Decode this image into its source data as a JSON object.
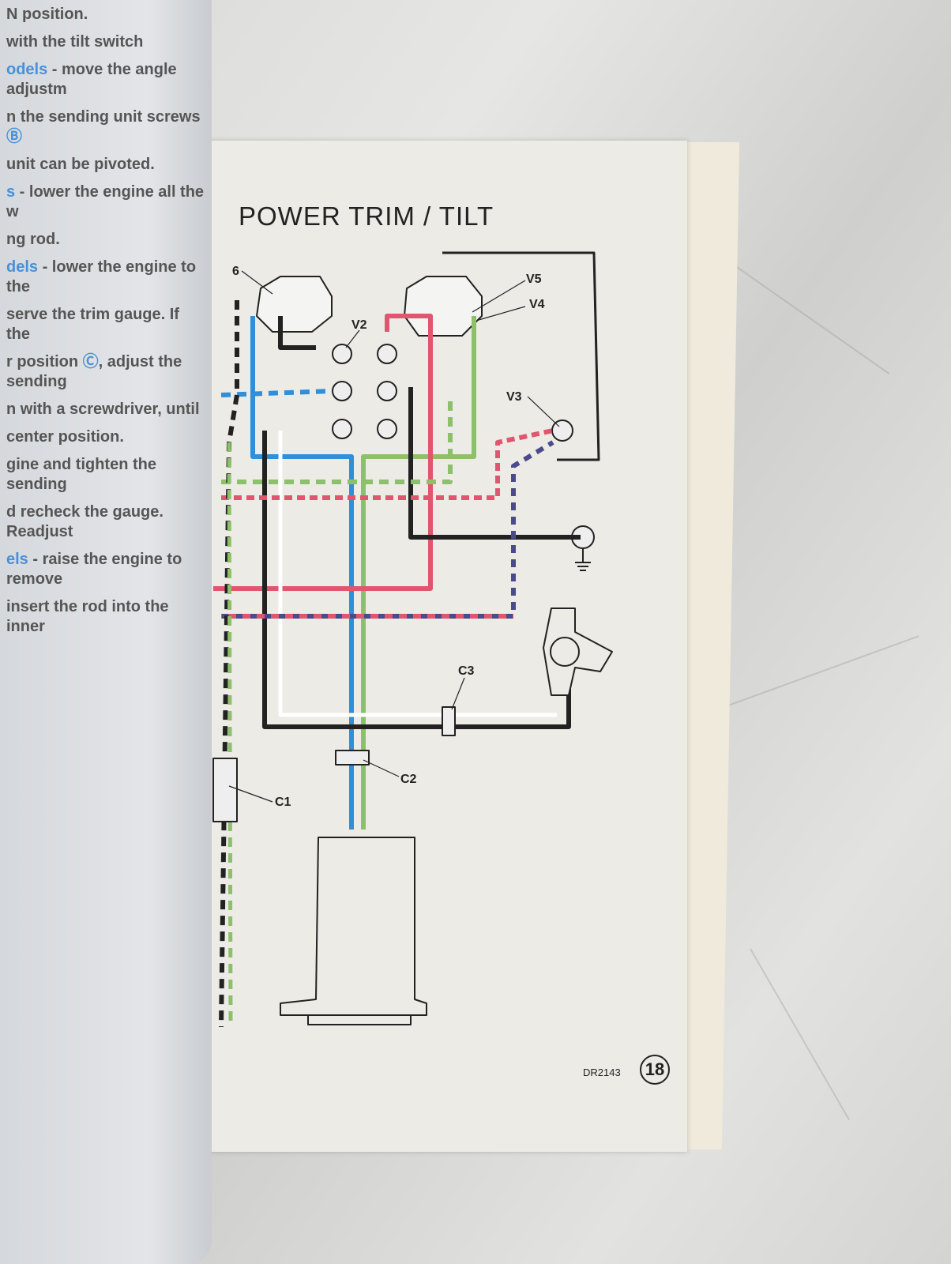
{
  "left_page": {
    "lines": [
      {
        "pre": "",
        "hl": "",
        "text": "N position."
      },
      {
        "pre": "",
        "hl": "",
        "text": "with the tilt switch"
      },
      {
        "pre": "",
        "hl": "odels",
        "text": " - move the angle adjustm"
      },
      {
        "pre": "n the sending unit screws ",
        "hl": "Ⓑ",
        "text": ""
      },
      {
        "pre": "",
        "hl": "",
        "text": "unit can be pivoted."
      },
      {
        "pre": "",
        "hl": "s",
        "text": " - lower the engine all the w"
      },
      {
        "pre": "",
        "hl": "",
        "text": "ng rod."
      },
      {
        "pre": "",
        "hl": "dels",
        "text": " - lower the engine to the"
      },
      {
        "pre": "",
        "hl": "",
        "text": "serve the trim gauge. If the"
      },
      {
        "pre": "r position ",
        "hl": "Ⓒ",
        "text": ", adjust the sending"
      },
      {
        "pre": "",
        "hl": "",
        "text": "n with a screwdriver, until"
      },
      {
        "pre": "",
        "hl": "",
        "text": "center position."
      },
      {
        "pre": "",
        "hl": "",
        "text": "gine and tighten the sending"
      },
      {
        "pre": "",
        "hl": "",
        "text": "d recheck the gauge. Readjust"
      },
      {
        "pre": "",
        "hl": "els",
        "text": " - raise the engine to remove"
      },
      {
        "pre": "",
        "hl": "",
        "text": "insert the rod into the inner"
      }
    ]
  },
  "right_page": {
    "title": "POWER TRIM / TILT",
    "labels": {
      "v6": "6",
      "v2": "V2",
      "v5": "V5",
      "v4": "V4",
      "v3": "V3",
      "c1": "C1",
      "c2": "C2",
      "c3": "C3"
    },
    "drawing_code": "DR2143",
    "page_number": "18"
  },
  "colors": {
    "blue": "#2f8fd8",
    "green": "#8cc06a",
    "red": "#e0566e",
    "black": "#2a2a2a",
    "purple": "#4b4a8a"
  }
}
